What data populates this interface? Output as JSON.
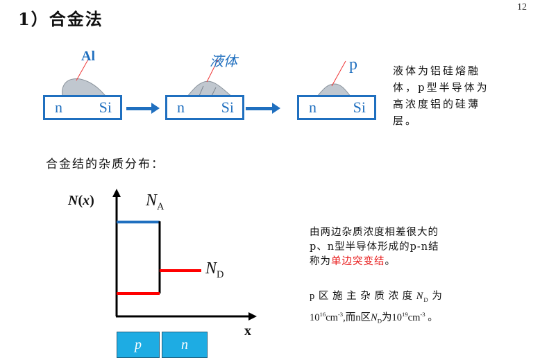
{
  "slide": {
    "title": "1）合金法",
    "page_number": "12"
  },
  "process": {
    "stages": [
      {
        "left_label": "n",
        "right_label": "Si",
        "callout": "Al"
      },
      {
        "left_label": "n",
        "right_label": "Si",
        "callout": "液体"
      },
      {
        "left_label": "n",
        "right_label": "Si",
        "callout": "p"
      }
    ],
    "description_lines": [
      "液体为铝硅熔融",
      "体，p型半导体为",
      "高浓度铝的硅薄",
      "层。"
    ]
  },
  "distribution": {
    "heading": "合金结的杂质分布：",
    "y_axis_label_N": "N",
    "y_axis_label_paren_open": "(",
    "y_axis_label_x": "x",
    "y_axis_label_paren_close": ")",
    "x_axis_label": "x",
    "na_label": "N",
    "na_sub": "A",
    "nd_label": "N",
    "nd_sub": "D",
    "regions": [
      "p",
      "n"
    ],
    "colors": {
      "acceptor": "#1f6fbf",
      "donor": "#ff0000",
      "axis": "#000000",
      "region_fill": "#1eace3"
    }
  },
  "explanation": {
    "para1_line1": "由两边杂质浓度相差很大的",
    "para1_line2": "p、n型半导体形成的p-n结",
    "para1_line3_prefix": "称为",
    "para1_highlight": "单边突变结",
    "para1_suffix": "。",
    "para2_line1_text": "p 区 施 主 杂 质 浓 度 ",
    "para2_N": "N",
    "para2_D": "D",
    "para2_line1_tail": " 为",
    "para2_line2_base1": "10",
    "para2_line2_exp1": "16",
    "para2_line2_unit1": "cm",
    "para2_line2_unitexp1": "-3",
    "para2_line2_mid": ",而n区",
    "para2_line2_N": "N",
    "para2_line2_D": "D",
    "para2_line2_wei": "为",
    "para2_line2_base2": "10",
    "para2_line2_exp2": "19",
    "para2_line2_unit2": "cm",
    "para2_line2_unitexp2": "-3",
    "para2_line2_end": " 。"
  }
}
